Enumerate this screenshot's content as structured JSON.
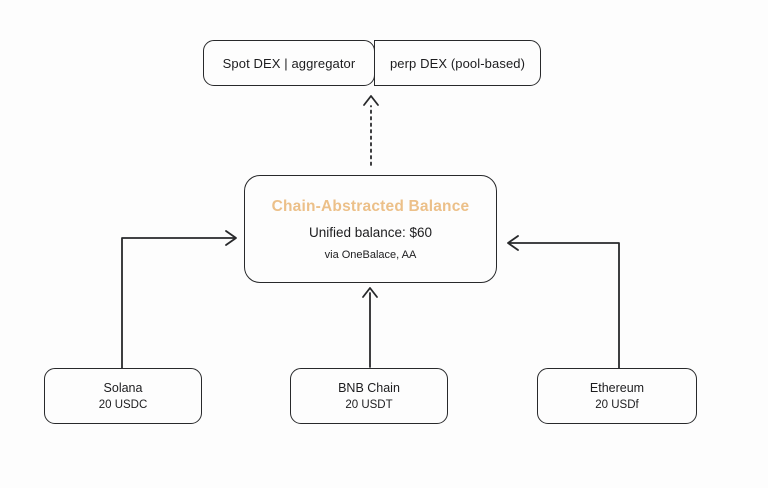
{
  "diagram": {
    "background_color": "#fdfdfd",
    "stroke_color": "#28292b",
    "top_row": {
      "spot_dex_label": "Spot DEX | aggregator",
      "perp_dex_label": "perp DEX (pool-based)"
    },
    "center": {
      "title": "Chain-Abstracted Balance",
      "title_color": "#ecc089",
      "balance_line": "Unified balance: $60",
      "via_line": "via OneBalace, AA"
    },
    "chains": [
      {
        "name": "Solana",
        "amount": "20 USDC"
      },
      {
        "name": "BNB Chain",
        "amount": "20 USDT"
      },
      {
        "name": "Ethereum",
        "amount": "20 USDf"
      }
    ]
  }
}
